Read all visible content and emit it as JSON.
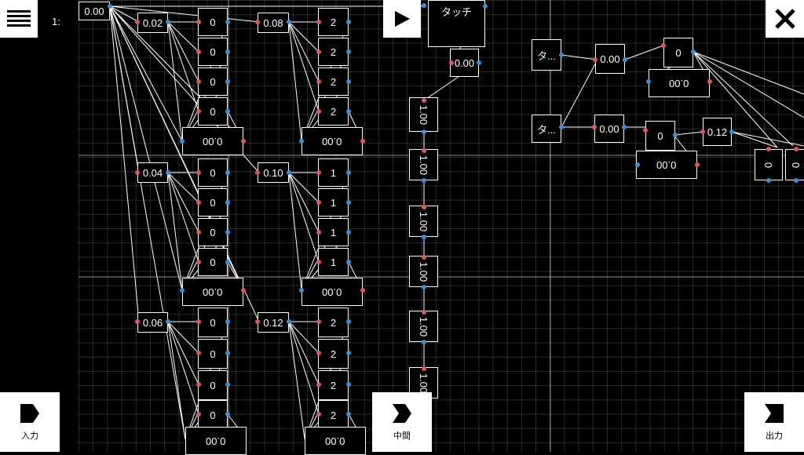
{
  "row_label": "1:",
  "buttons": {
    "menu": "menu-icon",
    "play": "play-icon",
    "close": "close-icon",
    "input_label": "入力",
    "middle_label": "中間",
    "output_label": "出力"
  },
  "nodes": {
    "root": "0.00",
    "touch": "タッチ",
    "touch_out": "0.00",
    "w1": "0.02",
    "w2": "0.04",
    "w3": "0.06",
    "w4": "0.08",
    "w5": "0.10",
    "w6": "0.12",
    "a1": "0",
    "a2": "0",
    "a3": "0",
    "a4": "0",
    "b1": "0",
    "b2": "0",
    "b3": "0",
    "b4": "0",
    "c1": "0",
    "c2": "0",
    "c3": "0",
    "c4": "0",
    "d1": "2",
    "d2": "2",
    "d3": "2",
    "d4": "2",
    "e1": "1",
    "e2": "1",
    "e3": "1",
    "e4": "1",
    "f1": "2",
    "f2": "2",
    "f3": "2",
    "f4": "2",
    "sumA": "0.00",
    "sumB": "0.00",
    "sumC": "0.00",
    "sumD": "0.00",
    "sumE": "0.00",
    "sumF": "0.00",
    "chain1": "1.00",
    "chain2": "1.00",
    "chain3": "1.00",
    "chain4": "1.00",
    "chain5": "1.00",
    "chain6": "1.00",
    "rt_in1": "タ...",
    "rt_v1": "0.00",
    "rt_n1": "0",
    "rt_s1": "0.00",
    "rt_in2": "タ...",
    "rt_v2": "0.00",
    "rt_n2": "0",
    "rt_s2": "0.00",
    "rt_v3": "0.12",
    "rt_n3": "0",
    "rt_n4": "0"
  }
}
